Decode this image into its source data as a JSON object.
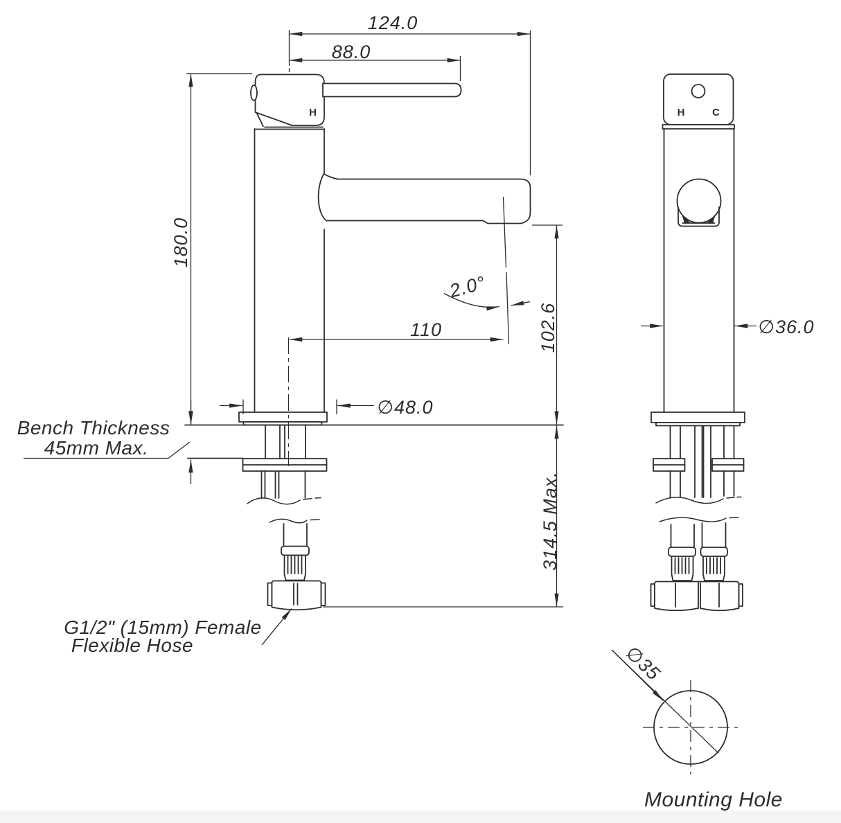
{
  "annotations": {
    "overall_reach": "124.0",
    "handle_reach": "88.0",
    "body_height": "180.0",
    "spout_reach": "110",
    "spout_angle": "2.0°",
    "outlet_height": "102.6",
    "base_diameter": "∅48.0",
    "body_diameter": "∅36.0",
    "below_bench_max": "314.5 Max.",
    "bench_note_line1": "Bench Thickness",
    "bench_note_line2": "45mm Max.",
    "hose_note_line1": "G1/2\" (15mm) Female",
    "hose_note_line2": "Flexible Hose",
    "mounting_hole_diameter": "∅35",
    "mounting_hole_label": "Mounting Hole",
    "hot_label": "H",
    "cold_label": "C"
  },
  "colors": {
    "line": "#2d2d2d",
    "background": "#ffffff",
    "footer_tint": "#f4f4f4"
  }
}
